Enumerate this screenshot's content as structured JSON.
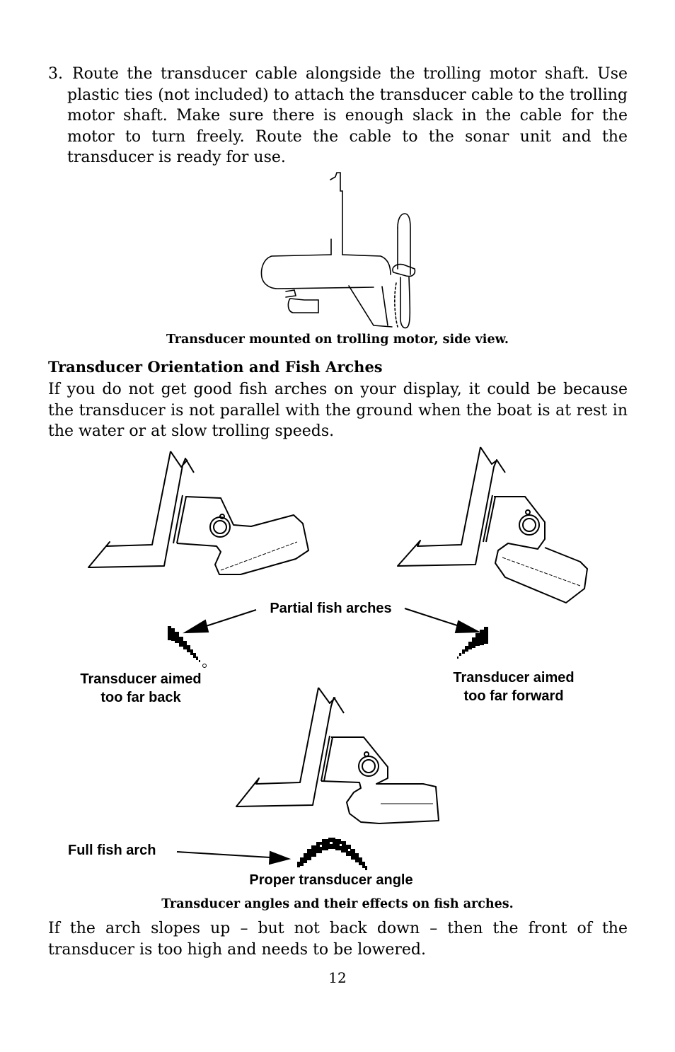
{
  "step3": {
    "number": "3.",
    "text": "Route the transducer cable alongside the trolling motor shaft. Use plastic ties (not included) to attach the transducer cable to the trolling motor shaft. Make sure there is enough slack in the cable for the motor to turn freely. Route the cable to the sonar unit and the transducer is ready for use."
  },
  "figure1": {
    "caption": "Transducer mounted on trolling motor, side view."
  },
  "section": {
    "heading": "Transducer Orientation and Fish Arches",
    "intro": "If you do not get good fish arches on your display, it could be because the transducer is not parallel with the ground when the boat is at rest in the water or at slow trolling speeds."
  },
  "figure2": {
    "label_partial": "Partial fish arches",
    "label_back_line1": "Transducer aimed",
    "label_back_line2": "too far back",
    "label_forward_line1": "Transducer aimed",
    "label_forward_line2": "too far forward",
    "label_full": "Full fish arch",
    "label_proper": "Proper transducer angle",
    "caption": "Transducer angles and their effects on fish arches."
  },
  "closing": {
    "text": "If the arch slopes up – but not back down – then the front of the transducer is too high and needs to be lowered."
  },
  "page_number": "12"
}
